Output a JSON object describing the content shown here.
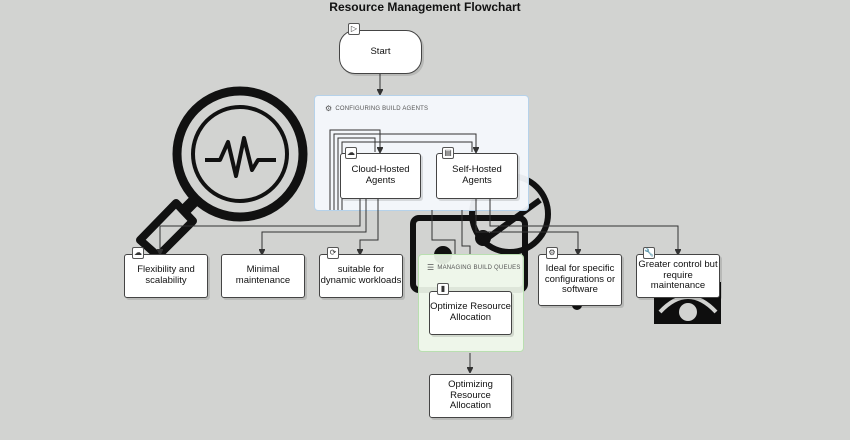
{
  "title": "Resource Management Flowchart",
  "nodes": {
    "start": "Start",
    "cloud": "Cloud-Hosted Agents",
    "self": "Self-Hosted Agents",
    "flex": "Flexibility and scalability",
    "minimal": "Minimal maintenance",
    "dynamic": "suitable for dynamic workloads",
    "optimize_inner": "Optimize Resource Allocation",
    "ideal": "Ideal for specific configurations or software",
    "greater": "Greater control but require maintenance",
    "optimizing": "Optimizing Resource Allocation"
  },
  "groups": {
    "config": "CONFIGURING BUILD AGENTS",
    "queues": "MANAGING BUILD QUEUES"
  },
  "icons": {
    "start_badge": "play-icon",
    "config_group": "gear-icon",
    "queues_group": "list-icon",
    "cloud_badge": "cloud-icon",
    "self_badge": "server-icon",
    "flex_badge": "cloud-icon",
    "dynamic_badge": "refresh-icon",
    "optimize_badge": "bar-chart-icon",
    "ideal_badge": "gear-icon",
    "greater_badge": "wrench-icon",
    "bg_magnifier": "magnifier-pulse-icon",
    "bg_robot": "robot-icon",
    "bg_eye": "eye-icon"
  }
}
